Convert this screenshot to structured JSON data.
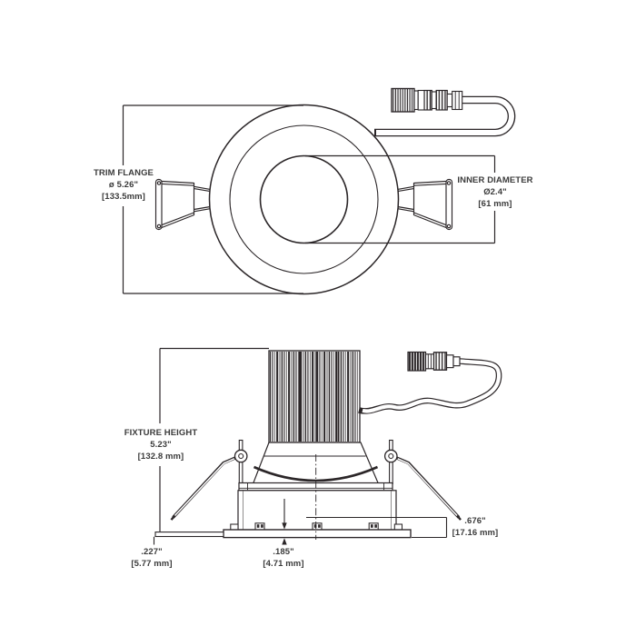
{
  "drawing": {
    "background": "#ffffff",
    "line_color": "#2b2628",
    "text_color": "#3b3b3b",
    "subject": "LED recessed downlight dimension drawing (plan view and side elevation)"
  },
  "top_view": {
    "trim_flange": {
      "label": "TRIM FLANGE",
      "inches": "ø 5.26\"",
      "mm": "[133.5mm]"
    },
    "inner_diameter": {
      "label": "INNER DIAMETER",
      "inches": "Ø2.4\"",
      "mm": "[61 mm]"
    }
  },
  "side_view": {
    "fixture_height": {
      "label": "FIXTURE HEIGHT",
      "inches": "5.23\"",
      "mm": "[132.8 mm]"
    },
    "recess_depth": {
      "inches": ".676\"",
      "mm": "[17.16 mm]"
    },
    "flange_lip": {
      "inches": ".227\"",
      "mm": "[5.77 mm]"
    },
    "flange_thickness": {
      "inches": ".185\"",
      "mm": "[4.71 mm]"
    }
  }
}
